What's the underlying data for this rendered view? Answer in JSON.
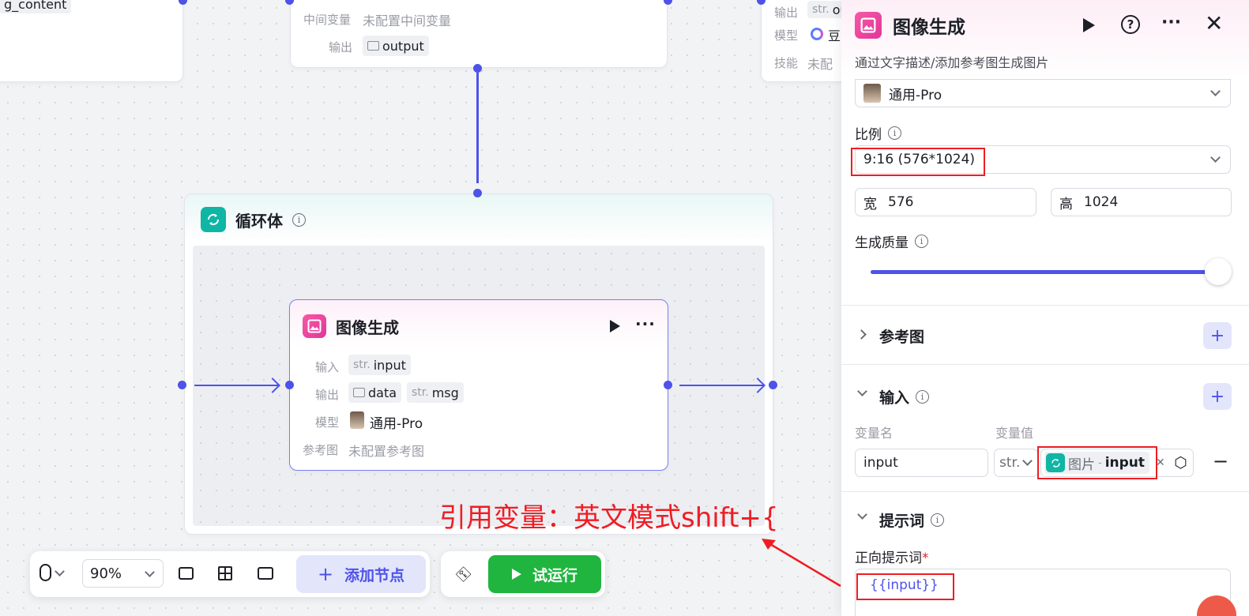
{
  "canvas": {
    "node_left": {
      "tag_text": "g_content"
    },
    "node_mid": {
      "rows": [
        {
          "label": "中间变量",
          "value": "未配置中间变量"
        },
        {
          "label": "输出",
          "tag": "output"
        }
      ]
    },
    "node_right": {
      "rows": [
        {
          "label": "输出",
          "value": "ou"
        },
        {
          "label": "模型",
          "value": "豆"
        },
        {
          "label": "技能",
          "value": "未配"
        }
      ]
    },
    "loop": {
      "title": "循环体",
      "inner_node": {
        "title": "图像生成",
        "rows": {
          "input_label": "输入",
          "input_prefix": "str.",
          "input_value": "input",
          "output_label": "输出",
          "output_data": "data",
          "output_prefix": "str.",
          "output_msg": "msg",
          "model_label": "模型",
          "model_value": "通用-Pro",
          "ref_label": "参考图",
          "ref_value": "未配置参考图"
        }
      }
    },
    "annotation": "引用变量：英文模式shift+{",
    "toolbar": {
      "zoom": "90%",
      "add_node": "添加节点",
      "run": "试运行"
    }
  },
  "panel": {
    "title": "图像生成",
    "subtitle": "通过文字描述/添加参考图生成图片",
    "model": "通用-Pro",
    "ratio_label": "比例",
    "ratio_value": "9:16 (576*1024)",
    "width_label": "宽",
    "width_value": "576",
    "height_label": "高",
    "height_value": "1024",
    "quality_label": "生成质量",
    "quality_fraction": 1.0,
    "ref_section": "参考图",
    "input_section": "输入",
    "var_name_header": "变量名",
    "var_value_header": "变量值",
    "var_name": "input",
    "var_type": "str.",
    "var_ref_source": "图片",
    "var_ref_sep": "-",
    "var_ref_field": "input",
    "prompt_section": "提示词",
    "positive_prompt_label": "正向提示词",
    "required_mark": "*",
    "prompt_value": "{{input}}"
  },
  "colors": {
    "accent": "#4d53e8",
    "run_green": "#1fb53e",
    "annotation_red": "#ee1d24",
    "loop_teal": "#0fb5a5",
    "image_pink": "#e3349a"
  }
}
